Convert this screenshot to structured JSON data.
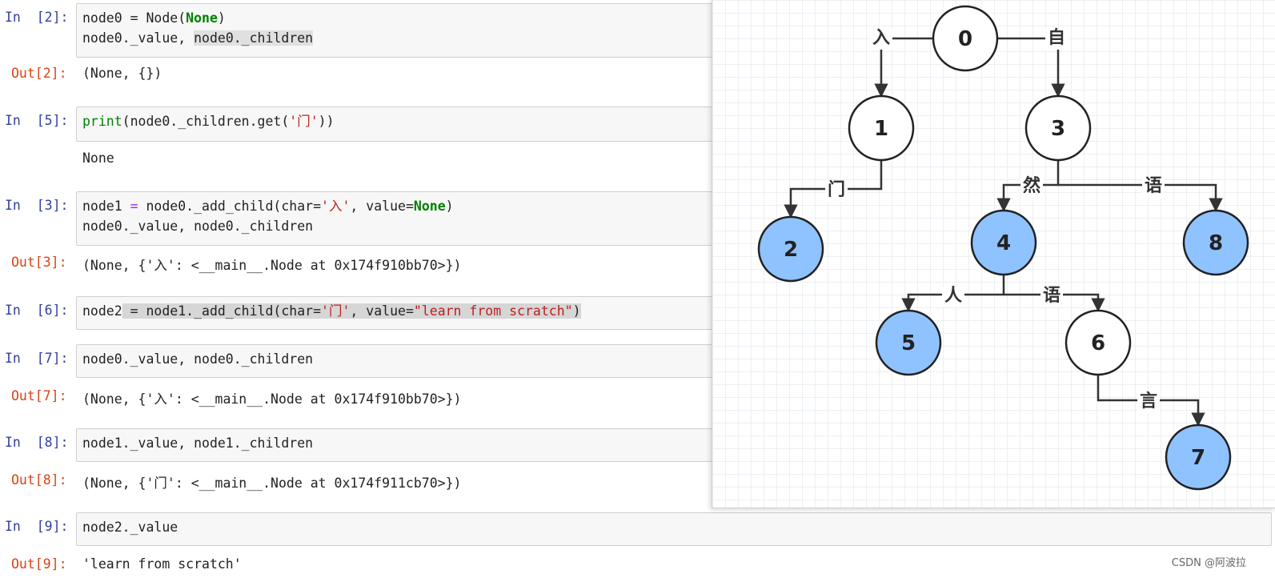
{
  "notebook": {
    "cells": [
      {
        "in_prompt": "In  [2]:",
        "code": [
          [
            [
              "node0 = Node(",
              ""
            ],
            [
              "None",
              "kw"
            ],
            [
              ")",
              ""
            ]
          ],
          [
            [
              "node0._value, ",
              ""
            ],
            [
              "node0._children",
              "hl"
            ]
          ]
        ],
        "out_prompt": "Out[2]:",
        "output": "(None, {})"
      },
      {
        "in_prompt": "In  [5]:",
        "code": [
          [
            [
              "print",
              "bi"
            ],
            [
              "(node0._children.get(",
              ""
            ],
            [
              "'门'",
              "st"
            ],
            [
              "))",
              ""
            ]
          ]
        ],
        "out_prompt": "",
        "output": "None"
      },
      {
        "in_prompt": "In  [3]:",
        "code": [
          [
            [
              "node1 ",
              ""
            ],
            [
              "=",
              "op"
            ],
            [
              " node0._add_child(char=",
              ""
            ],
            [
              "'入'",
              "st"
            ],
            [
              ", value=",
              ""
            ],
            [
              "None",
              "kw"
            ],
            [
              ")",
              ""
            ]
          ],
          [
            [
              "node0._value, node0._children",
              ""
            ]
          ]
        ],
        "out_prompt": "Out[3]:",
        "output": "(None, {'入': <__main__.Node at 0x174f910bb70>})"
      },
      {
        "in_prompt": "In  [6]:",
        "code": [
          [
            [
              "node2",
              ""
            ],
            [
              " = node1._add_child(char=",
              "dark-hl"
            ],
            [
              "'门'",
              "st dark-hl"
            ],
            [
              ", value=",
              "dark-hl"
            ],
            [
              "\"learn from scratch\"",
              "st dark-hl"
            ],
            [
              ")",
              "dark-hl"
            ]
          ]
        ],
        "out_prompt": "",
        "output": ""
      },
      {
        "in_prompt": "In  [7]:",
        "code": [
          [
            [
              "node0._value, node0._children",
              ""
            ]
          ]
        ],
        "out_prompt": "Out[7]:",
        "output": "(None, {'入': <__main__.Node at 0x174f910bb70>})"
      },
      {
        "in_prompt": "In  [8]:",
        "code": [
          [
            [
              "node1._value, node1._children",
              ""
            ]
          ]
        ],
        "out_prompt": "Out[8]:",
        "output": "(None, {'门': <__main__.Node at 0x174f911cb70>})"
      },
      {
        "in_prompt": "In  [9]:",
        "code": [
          [
            [
              "node2._value",
              ""
            ]
          ]
        ],
        "out_prompt": "Out[9]:",
        "output": "'learn from scratch'"
      }
    ]
  },
  "tree": {
    "nodes": [
      {
        "id": "0",
        "label": "0",
        "terminal": false
      },
      {
        "id": "1",
        "label": "1",
        "terminal": false
      },
      {
        "id": "3",
        "label": "3",
        "terminal": false
      },
      {
        "id": "2",
        "label": "2",
        "terminal": true
      },
      {
        "id": "4",
        "label": "4",
        "terminal": true
      },
      {
        "id": "8",
        "label": "8",
        "terminal": true
      },
      {
        "id": "5",
        "label": "5",
        "terminal": true
      },
      {
        "id": "6",
        "label": "6",
        "terminal": false
      },
      {
        "id": "7",
        "label": "7",
        "terminal": true
      }
    ],
    "edges": [
      {
        "from": "0",
        "to": "1",
        "char": "入"
      },
      {
        "from": "0",
        "to": "3",
        "char": "自"
      },
      {
        "from": "1",
        "to": "2",
        "char": "门"
      },
      {
        "from": "3",
        "to": "4",
        "char": "然"
      },
      {
        "from": "3",
        "to": "8",
        "char": "语"
      },
      {
        "from": "4",
        "to": "5",
        "char": "人"
      },
      {
        "from": "4",
        "to": "6",
        "char": "语"
      },
      {
        "from": "6",
        "to": "7",
        "char": "言"
      }
    ],
    "colors": {
      "terminal_fill": "#8fc3ff",
      "normal_fill": "#ffffff",
      "stroke": "#222222"
    }
  },
  "watermark": "CSDN @阿波拉"
}
